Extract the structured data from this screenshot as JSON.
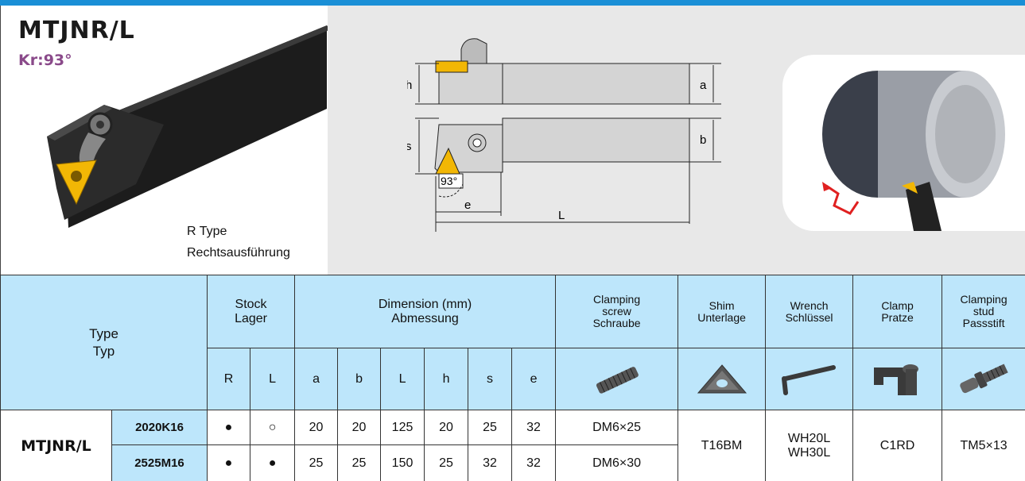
{
  "header": {
    "title": "MTJNR/L",
    "angle": "Kr:93°",
    "type_label": "R Type",
    "type_label_de": "Rechtsausführung"
  },
  "drawing": {
    "labels": {
      "h": "h",
      "a": "a",
      "s": "s",
      "b": "b",
      "angle": "93°",
      "e": "e",
      "L": "L"
    }
  },
  "table": {
    "type_header": {
      "en": "Type",
      "de": "Typ"
    },
    "stock_header": {
      "en": "Stock",
      "de": "Lager"
    },
    "dimension_header": {
      "en": "Dimension (mm)",
      "de": "Abmessung"
    },
    "clamping_screw_header": {
      "line1": "Clamping",
      "line2": "screw",
      "line3": "Schraube"
    },
    "shim_header": {
      "line1": "Shim",
      "line2": "Unterlage"
    },
    "wrench_header": {
      "line1": "Wrench",
      "line2": "Schlüssel"
    },
    "clamp_header": {
      "line1": "Clamp",
      "line2": "Pratze"
    },
    "stud_header": {
      "line1": "Clamping",
      "line2": "stud",
      "line3": "Passstift"
    },
    "sub_headers": {
      "R": "R",
      "L": "L",
      "a": "a",
      "b": "b",
      "Lcol": "L",
      "h": "h",
      "s": "s",
      "e": "e"
    },
    "model": "MTJNR/L",
    "rows": [
      {
        "code": "2020K16",
        "R": "●",
        "L": "○",
        "a": "20",
        "b": "20",
        "Lval": "125",
        "h": "20",
        "s": "25",
        "e": "32",
        "screw": "DM6×25"
      },
      {
        "code": "2525M16",
        "R": "●",
        "L": "●",
        "a": "25",
        "b": "25",
        "Lval": "150",
        "h": "25",
        "s": "32",
        "e": "32",
        "screw": "DM6×30"
      }
    ],
    "shim": "T16BM",
    "wrench": {
      "line1": "WH20L",
      "line2": "WH30L"
    },
    "clamp": "C1RD",
    "stud": "TM5×13"
  },
  "colors": {
    "accent_bar": "#1a8fd6",
    "header_bg": "#bde6fb",
    "drawing_bg": "#e8e8e8",
    "insert": "#f2b705",
    "kr_text": "#8a4a8a"
  },
  "icons": [
    "tool-holder-photo",
    "cutting-insert",
    "technical-drawing",
    "machining-render",
    "clamping-screw-icon",
    "shim-icon",
    "wrench-icon",
    "clamp-icon",
    "clamping-stud-icon"
  ]
}
